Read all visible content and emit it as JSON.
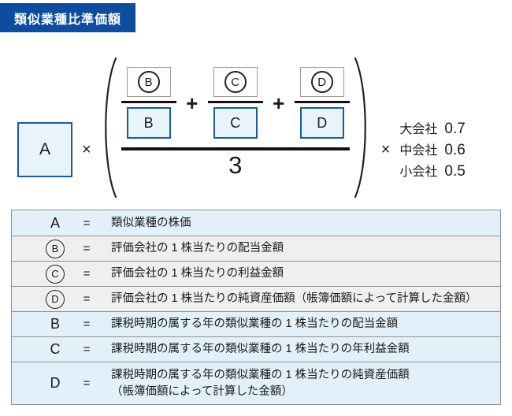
{
  "badge": {
    "label": "類似業種比準価額"
  },
  "formula": {
    "stock_price_symbol": "A",
    "multiply_sign": "×",
    "plus_sign": "+",
    "divisor": "3",
    "ratios": [
      {
        "company_symbol": "B",
        "industry_symbol": "B"
      },
      {
        "company_symbol": "C",
        "industry_symbol": "C"
      },
      {
        "company_symbol": "D",
        "industry_symbol": "D"
      }
    ],
    "size_multipliers": [
      {
        "label": "大会社",
        "value": "0.7"
      },
      {
        "label": "中会社",
        "value": "0.6"
      },
      {
        "label": "小会社",
        "value": "0.5"
      }
    ]
  },
  "legend": {
    "rows": [
      {
        "symbol": "A",
        "equals": "=",
        "description": "類似業種の株価"
      },
      {
        "symbol": "B",
        "equals": "=",
        "description": "評価会社の 1 株当たりの配当金額"
      },
      {
        "symbol": "C",
        "equals": "=",
        "description": "評価会社の 1 株当たりの利益金額"
      },
      {
        "symbol": "D",
        "equals": "=",
        "description": "評価会社の 1 株当たりの純資産価額（帳簿価額によって計算した金額）"
      },
      {
        "symbol": "B",
        "equals": "=",
        "description": "課税時期の属する年の類似業種の 1 株当たりの配当金額"
      },
      {
        "symbol": "C",
        "equals": "=",
        "description": "課税時期の属する年の類似業種の 1 株当たりの年利益金額"
      },
      {
        "symbol": "D",
        "equals": "=",
        "description": "課税時期の属する年の類似業種の 1 株当たりの純資産価額",
        "description_line2": "（帳簿価額によって計算した金額）"
      }
    ]
  },
  "colors": {
    "badge_bg": "#0d4c9e",
    "badge_text": "#ffffff",
    "industry_box_bg": "#e8f3fa",
    "industry_box_border": "#1a5a9e",
    "company_box_bg": "#fdfdfd",
    "company_box_border": "#9b9b9b",
    "legend_row_blue": "#e2f1f9",
    "legend_row_gray": "#efefef",
    "legend_border": "#8f8f8f"
  }
}
